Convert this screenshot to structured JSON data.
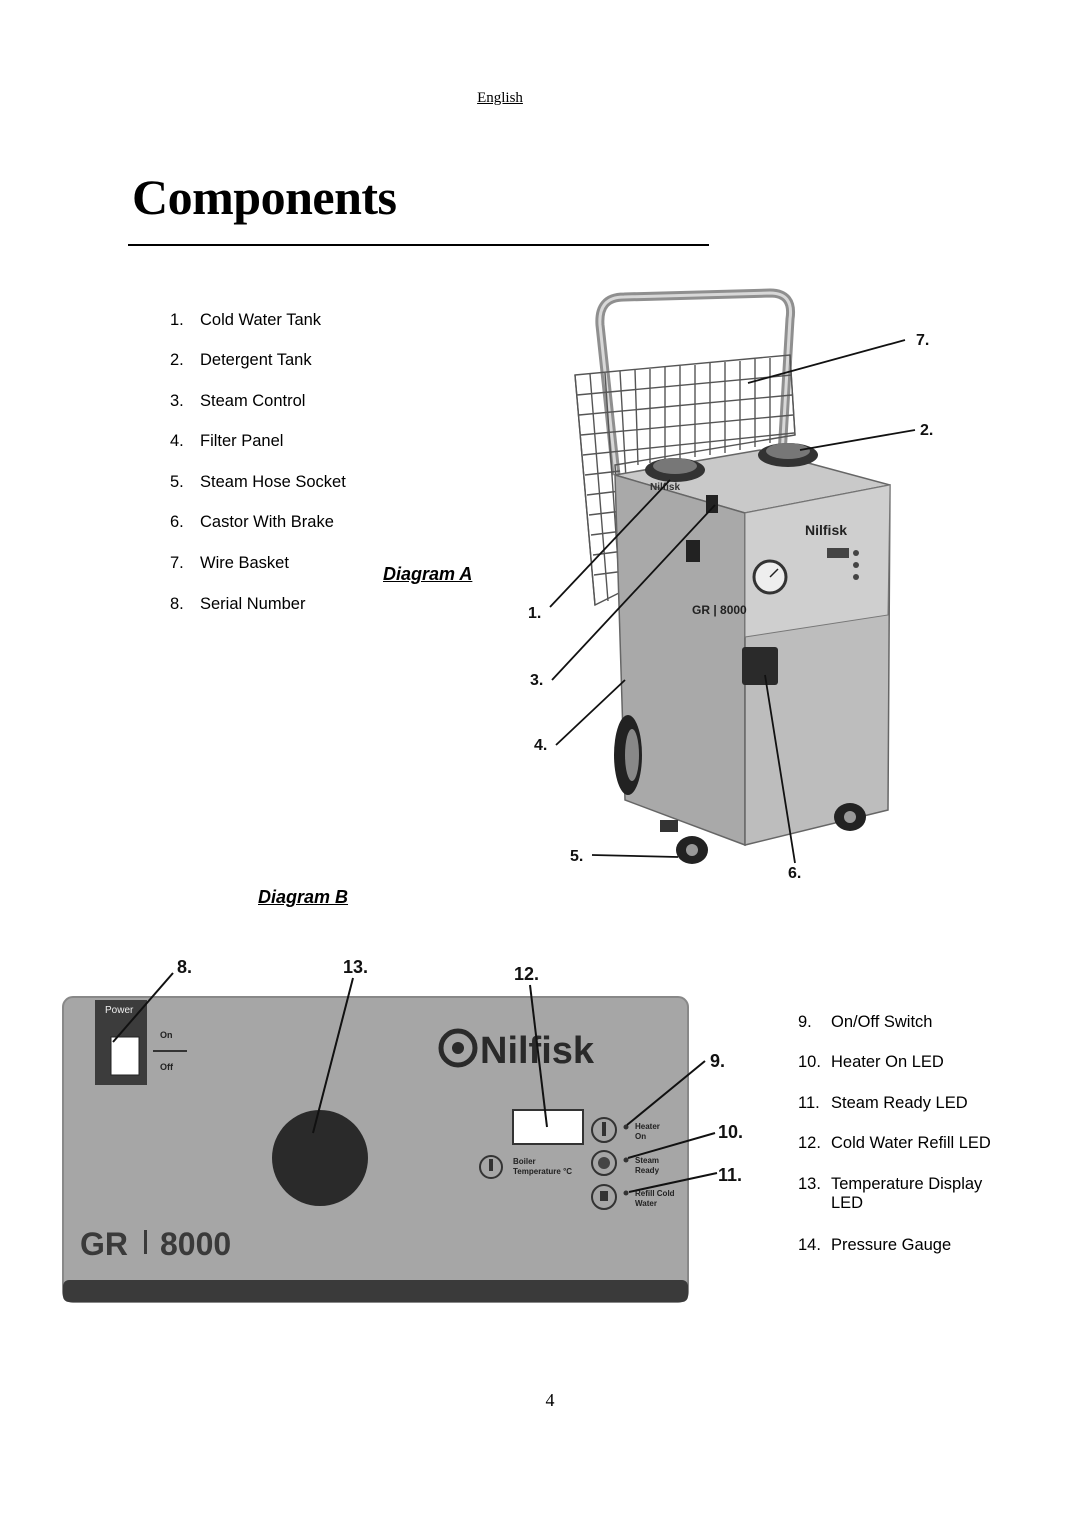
{
  "header": {
    "language": "English"
  },
  "title": "Components",
  "diagram_a": {
    "caption": "Diagram A",
    "list": [
      {
        "num": "1.",
        "label": "Cold Water Tank"
      },
      {
        "num": "2.",
        "label": "Detergent Tank"
      },
      {
        "num": "3.",
        "label": "Steam Control"
      },
      {
        "num": "4.",
        "label": "Filter Panel"
      },
      {
        "num": "5.",
        "label": "Steam Hose Socket"
      },
      {
        "num": "6.",
        "label": "Castor With Brake"
      },
      {
        "num": "7.",
        "label": "Wire Basket"
      },
      {
        "num": "8.",
        "label": "Serial Number"
      }
    ],
    "callouts": [
      "7.",
      "2.",
      "1.",
      "3.",
      "4.",
      "5.",
      "6."
    ],
    "machine": {
      "brand": "Nilfisk",
      "model": "GR | 8000"
    }
  },
  "diagram_b": {
    "caption": "Diagram B",
    "list": [
      {
        "num": "9.",
        "label": "On/Off Switch"
      },
      {
        "num": "10.",
        "label": "Heater On LED"
      },
      {
        "num": "11.",
        "label": "Steam Ready LED"
      },
      {
        "num": "12.",
        "label": "Cold Water Refill LED"
      },
      {
        "num": "13.",
        "label": "Temperature Display",
        "label2": "LED"
      },
      {
        "num": "14.",
        "label": "Pressure Gauge"
      }
    ],
    "callouts": [
      "8.",
      "13.",
      "12.",
      "9.",
      "10.",
      "11."
    ],
    "panel": {
      "power": "Power",
      "on": "On",
      "off": "Off",
      "brand": "Nilfisk",
      "model_a": "GR",
      "model_b": "8000",
      "boiler": "Boiler",
      "boiler_temp": "Temperature °C",
      "heater": "Heater",
      "heater_on": "On",
      "steam": "Steam",
      "steam_ready": "Ready",
      "refill": "Refill Cold",
      "refill_water": "Water"
    }
  },
  "page_number": "4"
}
